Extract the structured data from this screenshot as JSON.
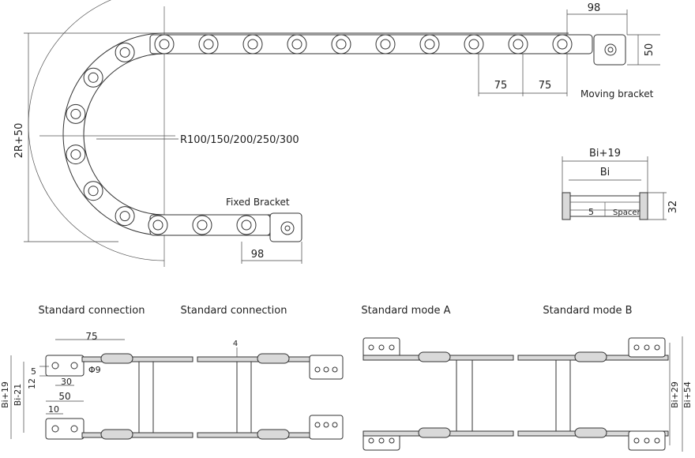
{
  "top_view": {
    "dim_top": "98",
    "dim_height": "50",
    "pitch_a": "75",
    "pitch_b": "75",
    "moving_bracket": "Moving bracket",
    "side_dim": "2R+50",
    "radius": "R100/150/200/250/300",
    "fixed_bracket": "Fixed Bracket",
    "dim_bottom": "98"
  },
  "section": {
    "outer": "Bi+19",
    "inner": "Bi",
    "spacer_dim": "5",
    "spacer": "Spacer",
    "height": "32"
  },
  "modes": {
    "conn1_title": "Standard connection",
    "conn2_title": "Standard connection",
    "modeA_title": "Standard mode A",
    "modeB_title": "Standard mode B",
    "d75": "75",
    "d5": "5",
    "d12": "12",
    "d30": "30",
    "phi9": "Φ9",
    "d50": "50",
    "d10": "10",
    "bi19": "Bi+19",
    "bi21": "Bi-21",
    "d4": "4",
    "bi29": "Bi+29",
    "bi54": "Bi+54"
  }
}
